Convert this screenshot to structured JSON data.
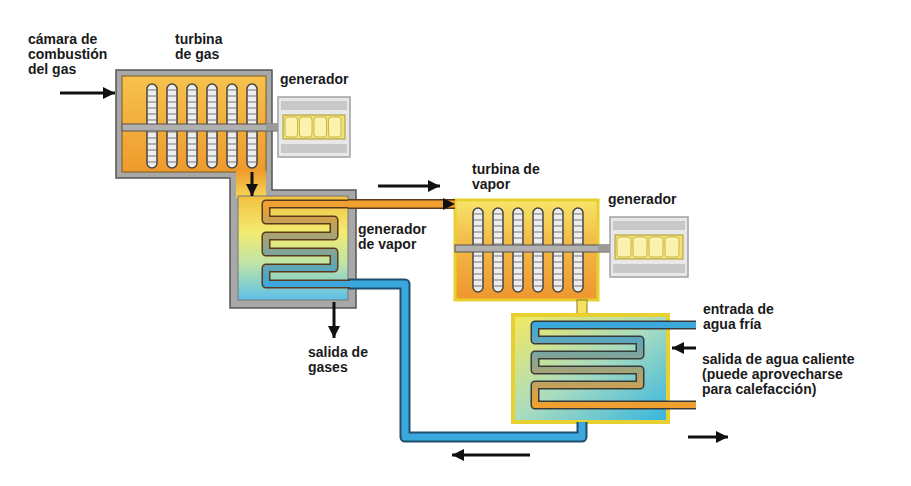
{
  "diagram": {
    "nodes": [
      {
        "text": [
          "turbina de gas"
        ]
      },
      {
        "text": [
          "generador"
        ]
      },
      {
        "text": [
          "turbina de vapor"
        ]
      },
      {
        "text": [
          "generador"
        ]
      },
      {
        "text": [
          "generador de vapor"
        ]
      }
    ],
    "edges": [
      {
        "from": 0,
        "to": 1,
        "arrow": "none"
      },
      {
        "from": 2,
        "to": 3,
        "arrow": "none"
      },
      {
        "from": 0,
        "to": 4,
        "arrow": "to"
      },
      {
        "from": 4,
        "to": 2,
        "arrow": "to"
      }
    ],
    "labels": [
      "cámara de combustión del gas",
      "salida de gases",
      "entrada de agua fría",
      "salida de agua caliente (puede aprovecharse para calefacción)"
    ]
  }
}
